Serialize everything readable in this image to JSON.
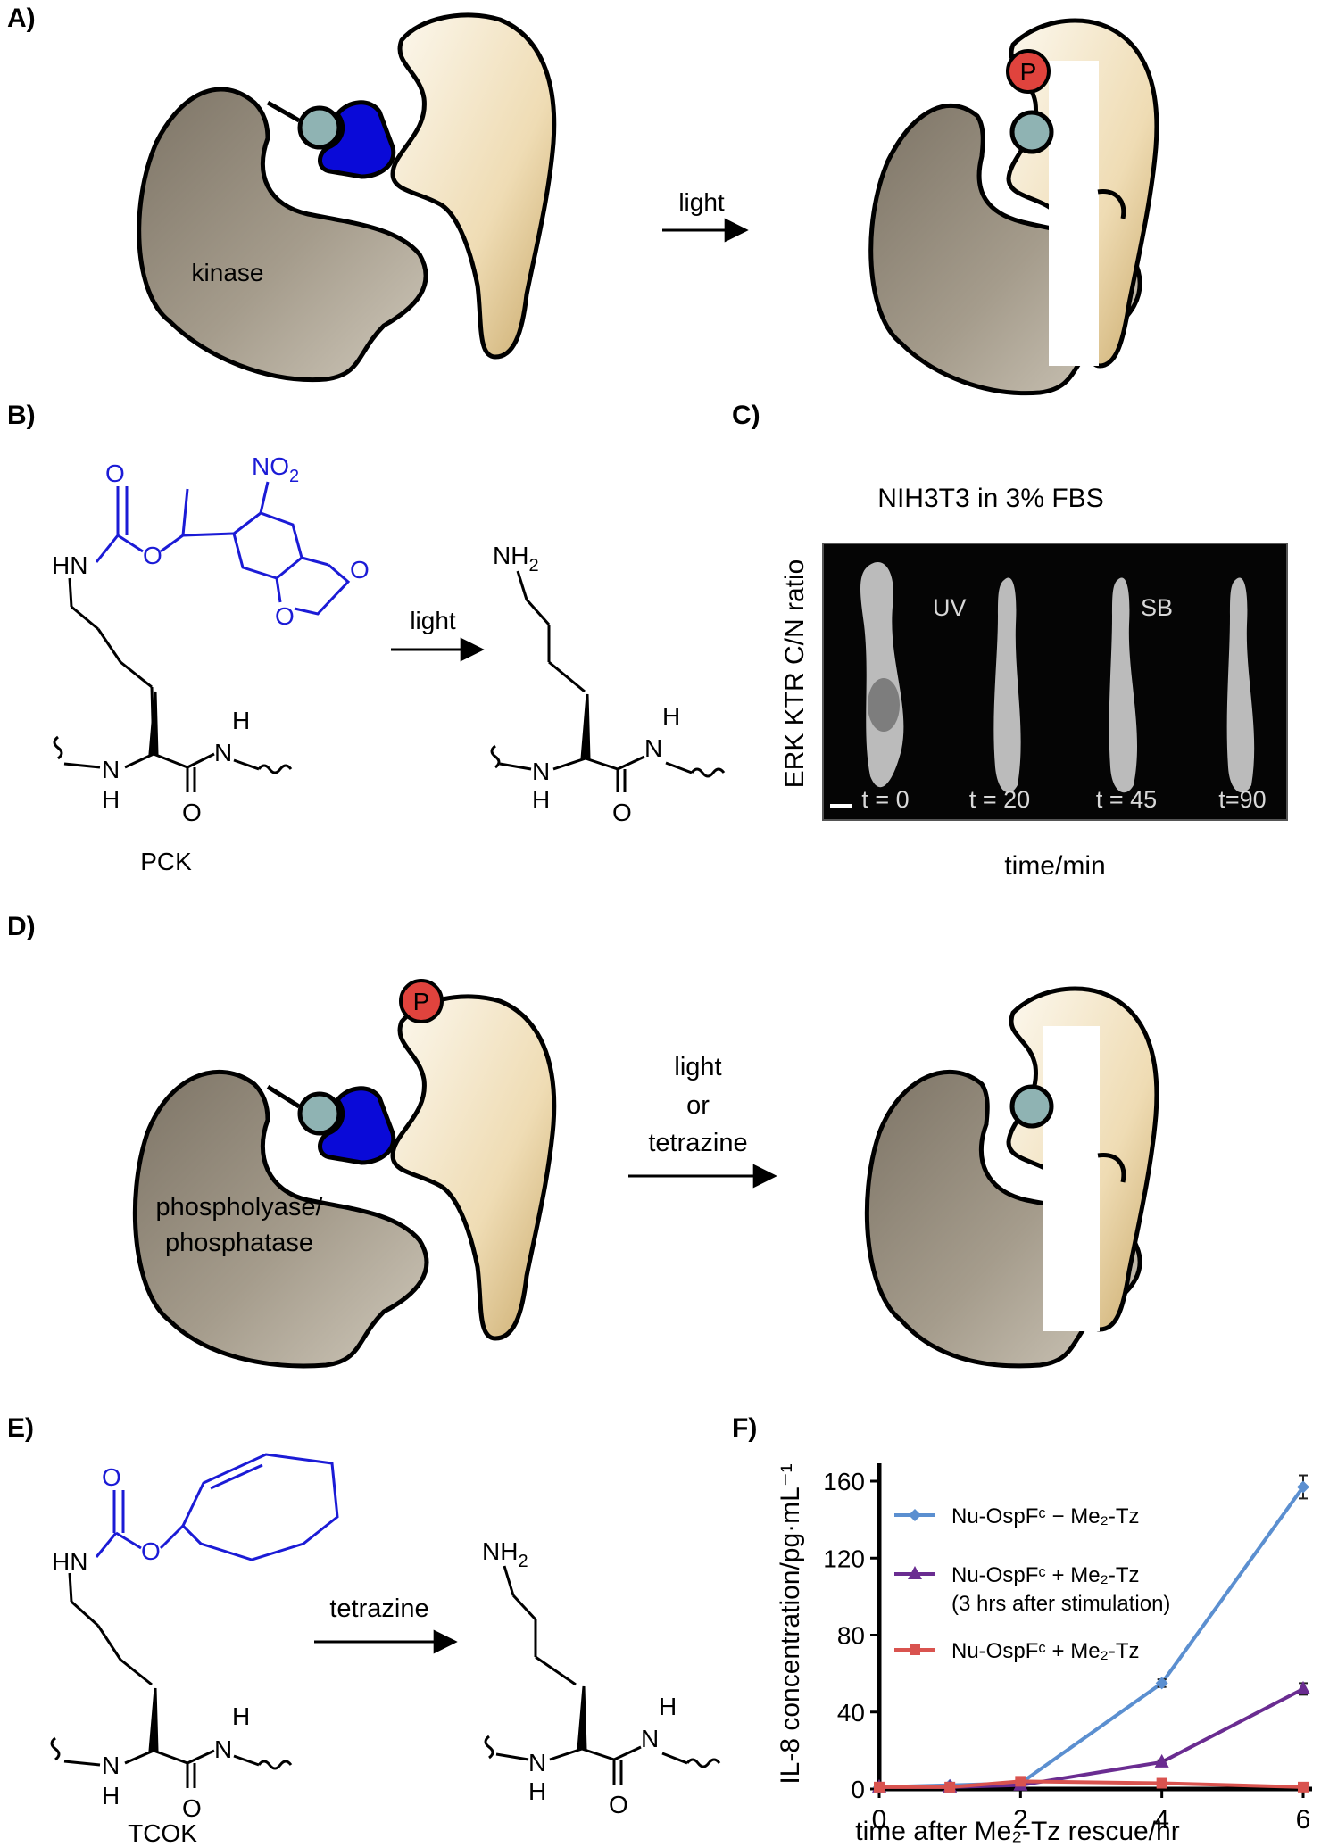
{
  "panel_labels": {
    "a": "A)",
    "b": "B)",
    "c": "C)",
    "d": "D)",
    "e": "E)",
    "f": "F)"
  },
  "panel_a": {
    "enzyme_label": "kinase",
    "arrow_label": "light",
    "phospho_label": "P"
  },
  "panel_b": {
    "left": {
      "name": "PCK",
      "hn": "HN",
      "o1": "O",
      "o2": "O",
      "no2": "NO",
      "no2_sub": "2",
      "o_ring1": "O",
      "o_ring2": "O",
      "n": "N",
      "h1": "H",
      "h2": "H",
      "n2": "N",
      "o3": "O"
    },
    "arrow_label": "light",
    "right": {
      "nh2": "NH",
      "nh2_sub": "2",
      "n": "N",
      "h1": "H",
      "h2": "H",
      "n2": "N",
      "o": "O"
    }
  },
  "panel_c": {
    "title": "NIH3T3 in 3% FBS",
    "ylabel": "ERK KTR C/N ratio",
    "xlabel": "time/min",
    "overlay_uv": "UV",
    "overlay_sb": "SB",
    "times": [
      "t = 0",
      "t = 20",
      "t = 45",
      "t=90"
    ]
  },
  "panel_d": {
    "enzyme_line1": "phospholyase/",
    "enzyme_line2": "phosphatase",
    "arrow_line1": "light",
    "arrow_line2": "or",
    "arrow_line3": "tetrazine",
    "phospho_label": "P"
  },
  "panel_e": {
    "left": {
      "name": "TCOK",
      "hn": "HN",
      "o1": "O",
      "o2": "O",
      "n": "N",
      "h1": "H",
      "h2": "H",
      "n2": "N",
      "o3": "O"
    },
    "arrow_label": "tetrazine",
    "right": {
      "nh2": "NH",
      "nh2_sub": "2",
      "n": "N",
      "h1": "H",
      "h2": "H",
      "n2": "N",
      "o": "O"
    }
  },
  "chart_data": {
    "type": "line",
    "ylabel": "IL-8 concentration/pg·mL⁻¹",
    "xlabel": "time after Me₂-Tz rescue/hr",
    "xlim": [
      0,
      6
    ],
    "ylim": [
      0,
      160
    ],
    "xticks": [
      0,
      2,
      4,
      6
    ],
    "yticks": [
      0,
      40,
      80,
      120,
      160
    ],
    "legend_position": "top-left",
    "series": [
      {
        "name": "Nu-OspFᶜ − Me₂-Tz",
        "color": "#5b8fd0",
        "marker": "diamond",
        "x": [
          0,
          1,
          2,
          4,
          6
        ],
        "y": [
          1,
          2,
          3,
          55,
          157
        ],
        "err": [
          0,
          0,
          0,
          2,
          6
        ]
      },
      {
        "name": "Nu-OspFᶜ + Me₂-Tz",
        "name_line2": "(3 hrs after stimulation)",
        "color": "#6a2c91",
        "marker": "triangle",
        "x": [
          0,
          1,
          2,
          4,
          6
        ],
        "y": [
          1,
          1,
          2,
          14,
          52
        ],
        "err": [
          0,
          0,
          0,
          1,
          3
        ]
      },
      {
        "name": "Nu-OspFᶜ + Me₂-Tz",
        "color": "#d9534f",
        "marker": "square",
        "x": [
          0,
          1,
          2,
          4,
          6
        ],
        "y": [
          1,
          1,
          4,
          3,
          1
        ],
        "err": [
          0,
          0,
          0,
          0,
          0
        ]
      }
    ]
  }
}
